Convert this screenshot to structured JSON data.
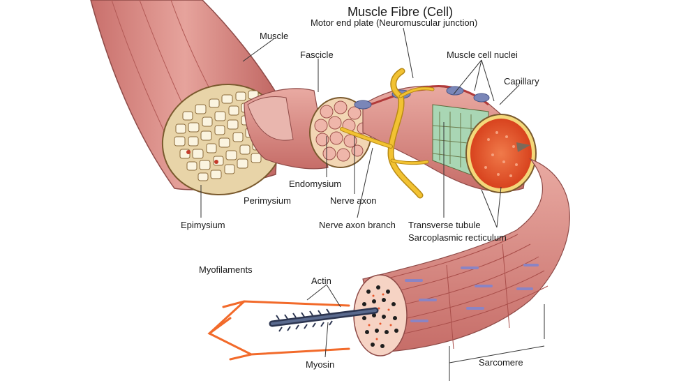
{
  "title": "Muscle Fibre (Cell)",
  "labels": {
    "motor_end_plate": "Motor end plate (Neuromuscular junction)",
    "muscle": "Muscle",
    "fascicle": "Fascicle",
    "muscle_cell_nuclei": "Muscle cell nuclei",
    "capillary": "Capillary",
    "endomysium": "Endomysium",
    "perimysium": "Perimysium",
    "nerve_axon": "Nerve axon",
    "epimysium": "Epimysium",
    "nerve_axon_branch": "Nerve axon branch",
    "transverse_tubule": "Transverse tubule",
    "sarcoplasmic_recticulum": "Sarcoplasmic recticulum",
    "myofilaments": "Myofilaments",
    "actin": "Actin",
    "myosin": "Myosin",
    "sarcomere": "Sarcomere"
  },
  "colors": {
    "muscle": "#d98a84",
    "muscle_dark": "#b65e5a",
    "tissue_cream": "#f2e6c8",
    "tissue_outline": "#8a6a3a",
    "nerve": "#f2c232",
    "actin": "#f26a2a",
    "myosin": "#3a4a66",
    "nucleus": "#7a86b8",
    "sarcoplasm": "#a9d6b4",
    "fibre_core": "#e8552a",
    "line": "#333333"
  }
}
